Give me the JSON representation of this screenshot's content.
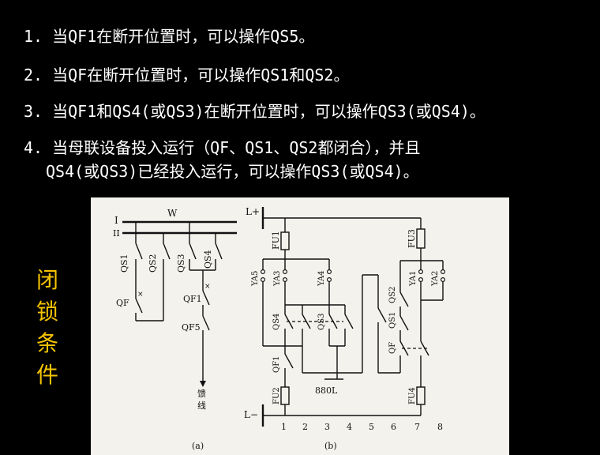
{
  "rules": [
    {
      "num": "1.",
      "text": "当QF1在断开位置时，可以操作QS5。"
    },
    {
      "num": "2.",
      "text": "当QF在断开位置时，可以操作QS1和QS2。"
    },
    {
      "num": "3.",
      "text": "当QF1和QS4(或QS3)在断开位置时，可以操作QS3(或QS4)。"
    },
    {
      "num": "4.",
      "text": "当母联设备投入运行（QF、QS1、QS2都闭合），并且",
      "text2": "QS4(或QS3)已经投入运行，可以操作QS3(或QS4)。"
    }
  ],
  "side_title": [
    "闭",
    "锁",
    "条",
    "件"
  ],
  "figure_a": {
    "bus_I": "I",
    "bus_II": "II",
    "bus_name": "W",
    "qs1": "QS1",
    "qs2": "QS2",
    "qs3": "QS3",
    "qs4": "QS4",
    "qf": "QF",
    "qf1": "QF1",
    "qf5": "QF5",
    "feeder_1": "馈",
    "feeder_2": "线",
    "caption": "(a)"
  },
  "figure_b": {
    "lplus": "L+",
    "lminus": "L−",
    "fu1": "FU1",
    "fu2": "FU2",
    "fu3": "FU3",
    "fu4": "FU4",
    "ya5": "YA5",
    "ya3": "YA3",
    "ya4": "YA4",
    "ya1": "YA1",
    "ya2": "YA2",
    "qs4": "QS4",
    "qs3": "QS3",
    "qs2": "QS2",
    "qs1": "QS1",
    "qf": "QF",
    "qf1": "QF1",
    "wire_880": "880L",
    "nodes": [
      "1",
      "2",
      "3",
      "4",
      "5",
      "6",
      "7",
      "8"
    ],
    "caption": "(b)"
  }
}
